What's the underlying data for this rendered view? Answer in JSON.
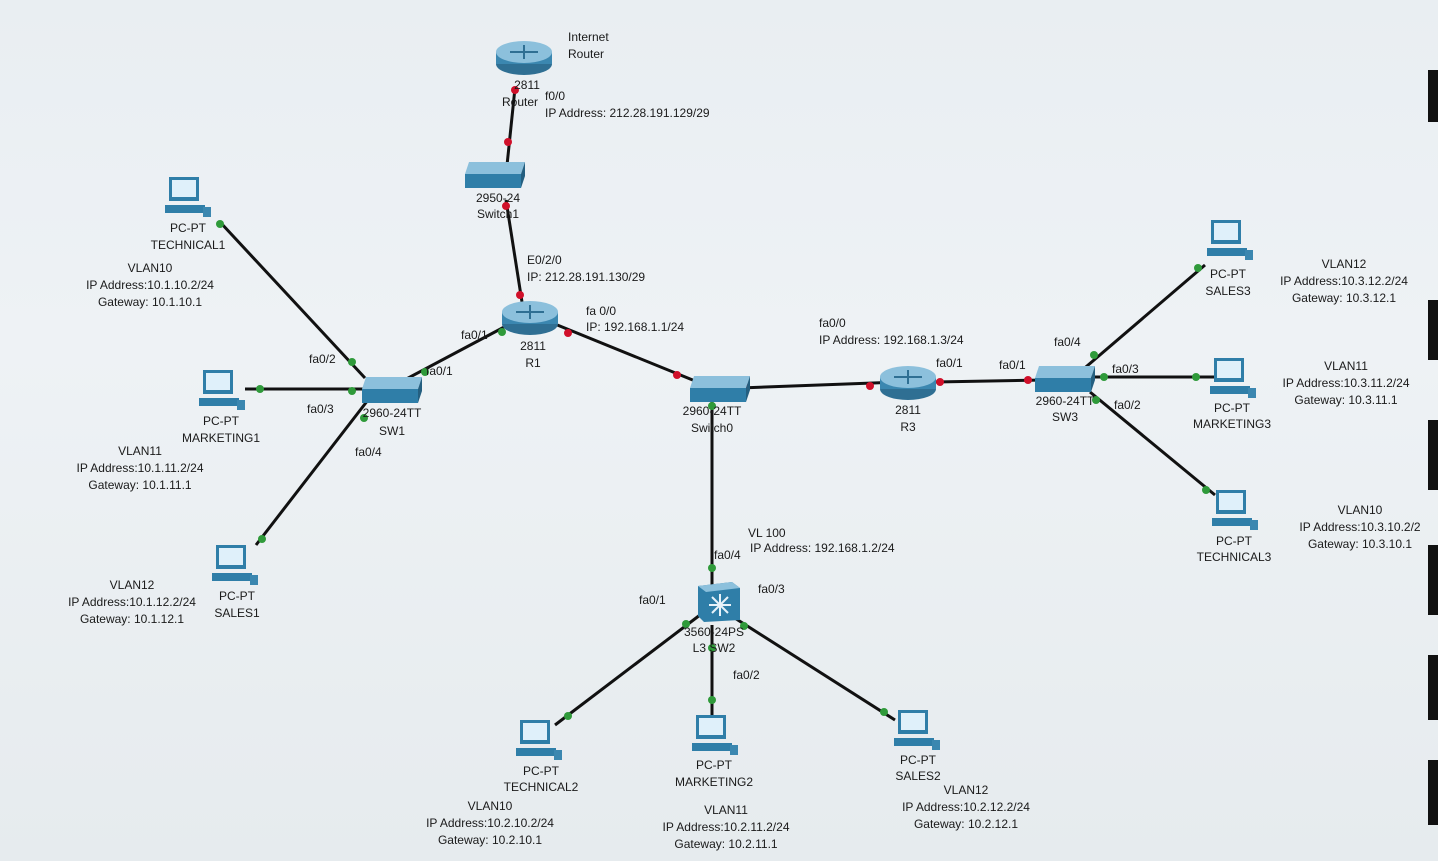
{
  "devices": {
    "internet_router": {
      "model": "2811",
      "name": "Router",
      "caption": [
        "Internet",
        "Router"
      ]
    },
    "switch1": {
      "model": "2950-24",
      "name": "Switch1"
    },
    "r1": {
      "model": "2811",
      "name": "R1"
    },
    "switch0": {
      "model": "2960-24TT",
      "name": "Switch0"
    },
    "r3": {
      "model": "2811",
      "name": "R3"
    },
    "sw1": {
      "model": "2960-24TT",
      "name": "SW1"
    },
    "sw3": {
      "model": "2960-24TT",
      "name": "SW3"
    },
    "l3sw2": {
      "model": "3560-24PS",
      "name": "L3 SW2"
    },
    "technical1": {
      "type": "PC-PT",
      "name": "TECHNICAL1"
    },
    "marketing1": {
      "type": "PC-PT",
      "name": "MARKETING1"
    },
    "sales1": {
      "type": "PC-PT",
      "name": "SALES1"
    },
    "sales3": {
      "type": "PC-PT",
      "name": "SALES3"
    },
    "marketing3": {
      "type": "PC-PT",
      "name": "MARKETING3"
    },
    "technical3": {
      "type": "PC-PT",
      "name": "TECHNICAL3"
    },
    "technical2": {
      "type": "PC-PT",
      "name": "TECHNICAL2"
    },
    "marketing2": {
      "type": "PC-PT",
      "name": "MARKETING2"
    },
    "sales2": {
      "type": "PC-PT",
      "name": "SALES2"
    }
  },
  "interfaces": {
    "inet_f00": {
      "port": "f0/0",
      "ip": "IP Address: 212.28.191.129/29"
    },
    "r1_e020": {
      "port": "E0/2/0",
      "ip": "IP: 212.28.191.130/29"
    },
    "r1_fa00": {
      "port": "fa 0/0",
      "ip": "IP: 192.168.1.1/24"
    },
    "r1_fa01": {
      "port": "fa0/1"
    },
    "r3_fa00": {
      "port": "fa0/0",
      "ip": "IP Address: 192.168.1.3/24"
    },
    "r3_fa01": {
      "port": "fa0/1"
    },
    "sw3_fa01": {
      "port": "fa0/1"
    },
    "sw3_fa04": {
      "port": "fa0/4"
    },
    "sw3_fa03": {
      "port": "fa0/3"
    },
    "sw3_fa02": {
      "port": "fa0/2"
    },
    "sw1_fa01": {
      "port": "fa0/1"
    },
    "sw1_fa02": {
      "port": "fa0/2"
    },
    "sw1_fa03": {
      "port": "fa0/3"
    },
    "sw1_fa04": {
      "port": "fa0/4"
    },
    "l3_vl100": {
      "port": "VL 100",
      "ip": "IP Address: 192.168.1.2/24"
    },
    "l3_fa04": {
      "port": "fa0/4"
    },
    "l3_fa03": {
      "port": "fa0/3"
    },
    "l3_fa01": {
      "port": "fa0/1"
    },
    "l3_fa02": {
      "port": "fa0/2"
    }
  },
  "pc_configs": {
    "technical1": {
      "vlan": "VLAN10",
      "ip": "IP Address:10.1.10.2/24",
      "gw": "Gateway: 10.1.10.1"
    },
    "marketing1": {
      "vlan": "VLAN11",
      "ip": "IP Address:10.1.11.2/24",
      "gw": "Gateway: 10.1.11.1"
    },
    "sales1": {
      "vlan": "VLAN12",
      "ip": "IP Address:10.1.12.2/24",
      "gw": "Gateway: 10.1.12.1"
    },
    "sales3": {
      "vlan": "VLAN12",
      "ip": "IP Address:10.3.12.2/24",
      "gw": "Gateway: 10.3.12.1"
    },
    "marketing3": {
      "vlan": "VLAN11",
      "ip": "IP Address:10.3.11.2/24",
      "gw": "Gateway: 10.3.11.1"
    },
    "technical3": {
      "vlan": "VLAN10",
      "ip": "IP Address:10.3.10.2/2",
      "gw": "Gateway: 10.3.10.1"
    },
    "technical2": {
      "vlan": "VLAN10",
      "ip": "IP Address:10.2.10.2/24",
      "gw": "Gateway: 10.2.10.1"
    },
    "marketing2": {
      "vlan": "VLAN11",
      "ip": "IP Address:10.2.11.2/24",
      "gw": "Gateway: 10.2.11.1"
    },
    "sales2": {
      "vlan": "VLAN12",
      "ip": "IP Address:10.2.12.2/24",
      "gw": "Gateway: 10.2.12.1"
    }
  },
  "colors": {
    "link": "#111111",
    "port_up": "#2f9a3a",
    "port_down": "#d0102a",
    "device": "#2f7ea8"
  },
  "icons": {
    "router": "router-icon",
    "switch": "switch-icon",
    "l3switch": "multilayer-switch-icon",
    "pc": "pc-icon"
  }
}
